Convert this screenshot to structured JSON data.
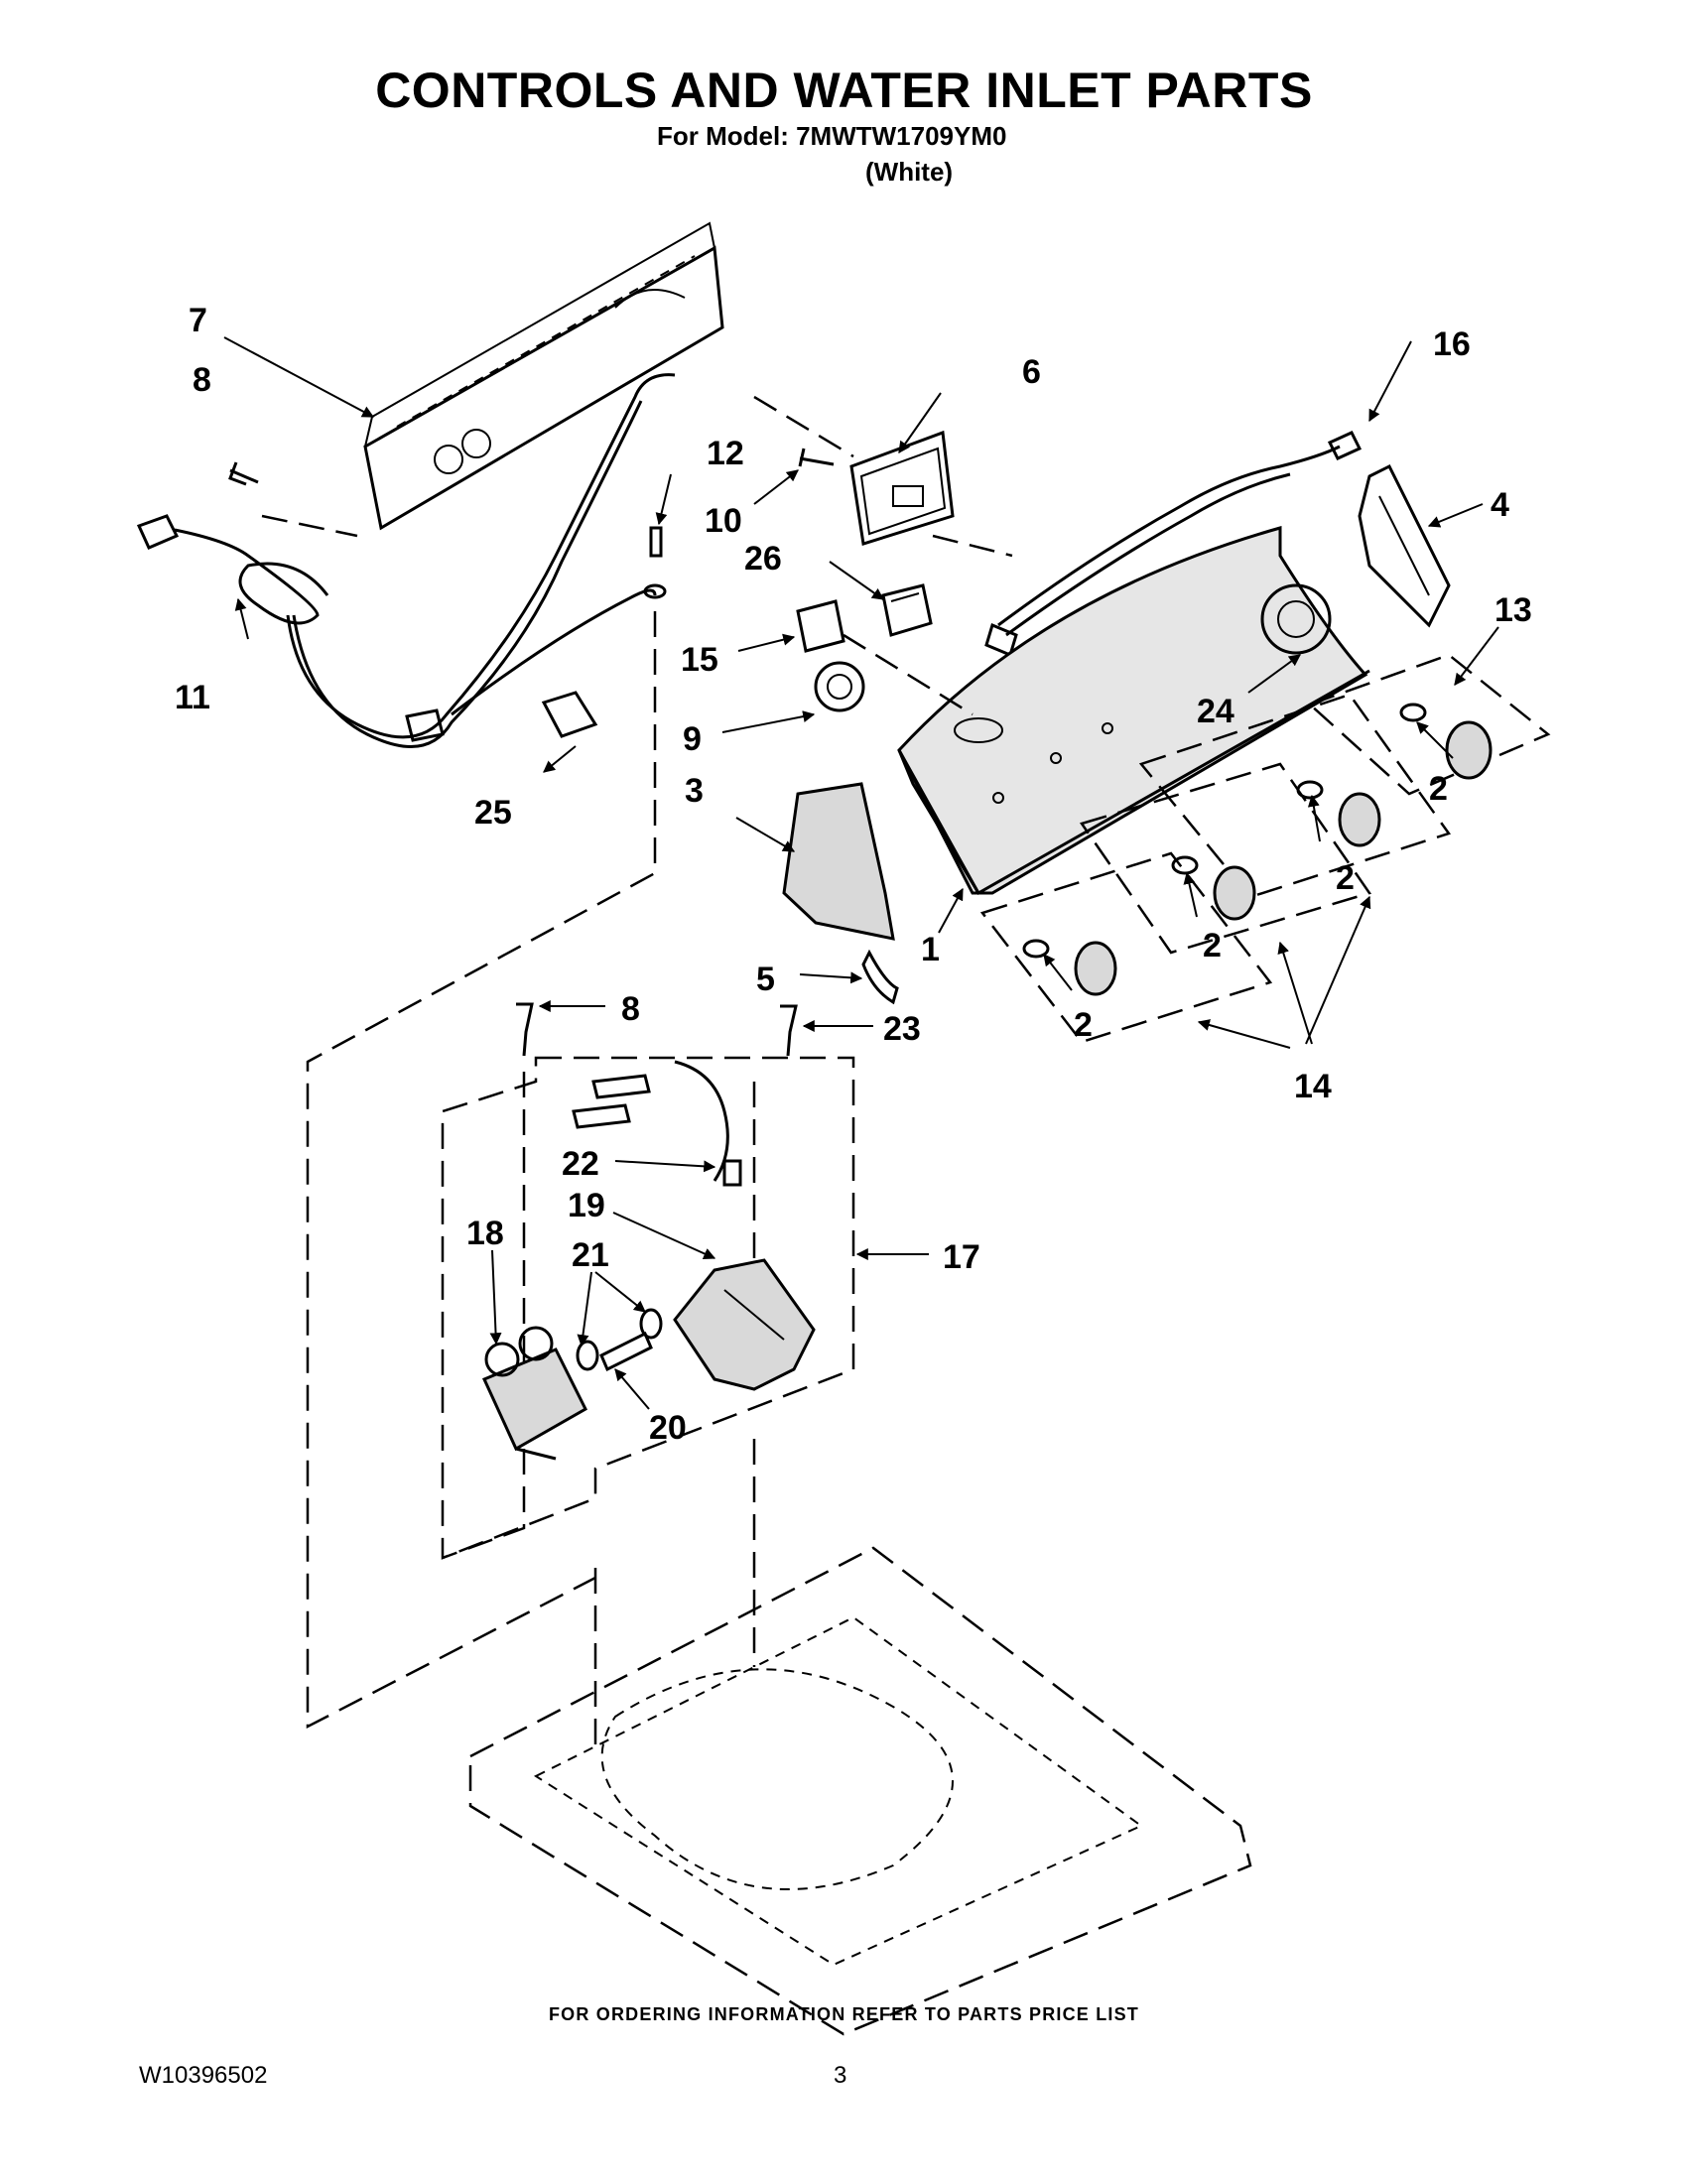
{
  "header": {
    "title": "CONTROLS AND WATER INLET PARTS",
    "model_line": "For Model: 7MWTW1709YM0",
    "variant": "(White)"
  },
  "callouts": [
    "1",
    "2",
    "3",
    "4",
    "5",
    "6",
    "7",
    "8",
    "9",
    "10",
    "11",
    "12",
    "13",
    "14",
    "15",
    "16",
    "17",
    "18",
    "19",
    "20",
    "21",
    "22",
    "23",
    "24",
    "25",
    "26"
  ],
  "footer": {
    "ordering_note": "FOR ORDERING INFORMATION REFER TO PARTS PRICE LIST",
    "document_number": "W10396502",
    "page_number": "3"
  }
}
